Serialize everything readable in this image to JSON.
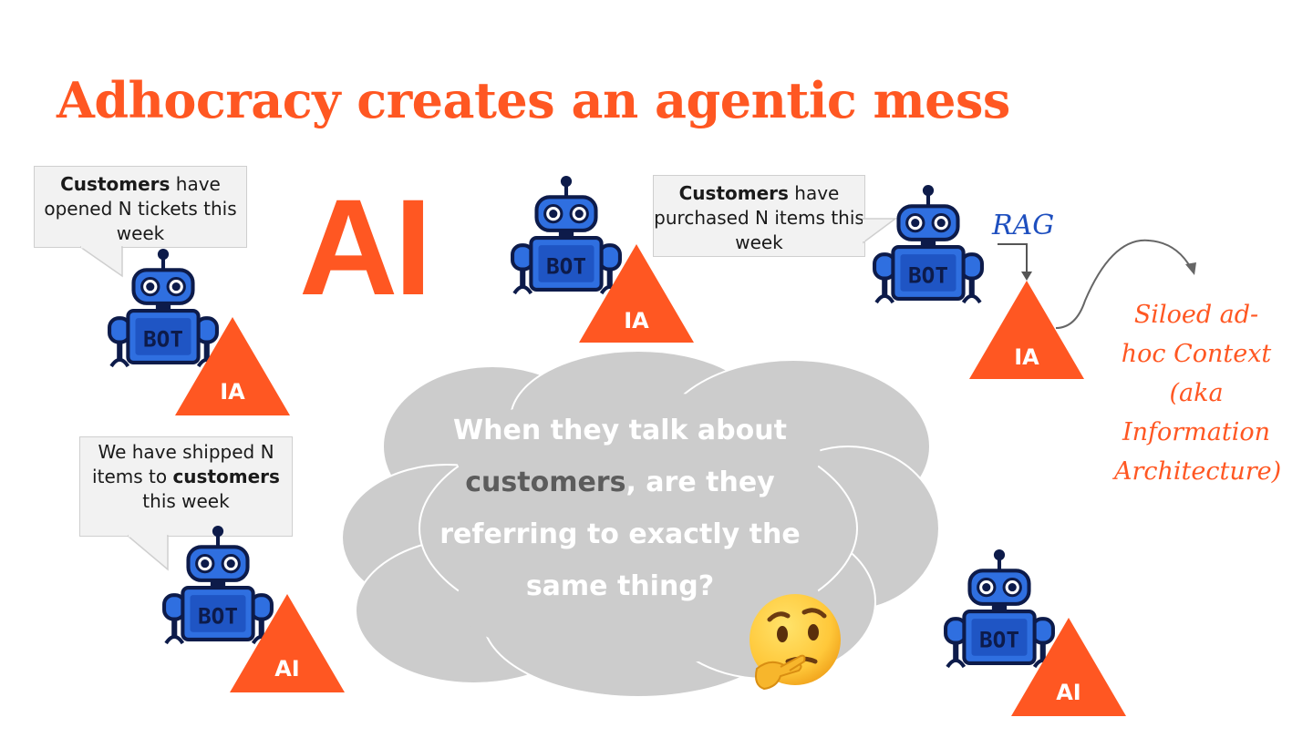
{
  "title": "Adhocracy creates an agentic mess",
  "big_label": "AI",
  "bubbles": {
    "tickets": {
      "bold": "Customers",
      "rest": " have opened N tickets this week"
    },
    "purchased": {
      "bold": "Customers",
      "rest": " have purchased N items this week"
    },
    "shipped": {
      "pre": "We have shipped N items to ",
      "bold": "customers",
      "rest": " this week"
    }
  },
  "robot_text": "BOT",
  "triangles": {
    "t1": "IA",
    "t2": "IA",
    "t3": "IA",
    "t4": "AI",
    "t5": "AI"
  },
  "cloud": {
    "line1": "When they talk about",
    "highlight": "customers",
    "line2_rest": ", are they",
    "line3": "referring to exactly the",
    "line4": "same thing?"
  },
  "annotations": {
    "rag": "RAG",
    "siloed": "Siloed ad-hoc Context (aka Information Architecture)"
  },
  "colors": {
    "accent": "#ff5722",
    "robot_blue": "#2f6fe0",
    "robot_dark": "#0d1b4a",
    "cloud_gray": "#cccccc",
    "rag_blue": "#1e4fbf"
  },
  "icons": [
    "robot-icon",
    "thinking-face-emoji",
    "curved-arrow-icon",
    "down-arrow-icon"
  ]
}
